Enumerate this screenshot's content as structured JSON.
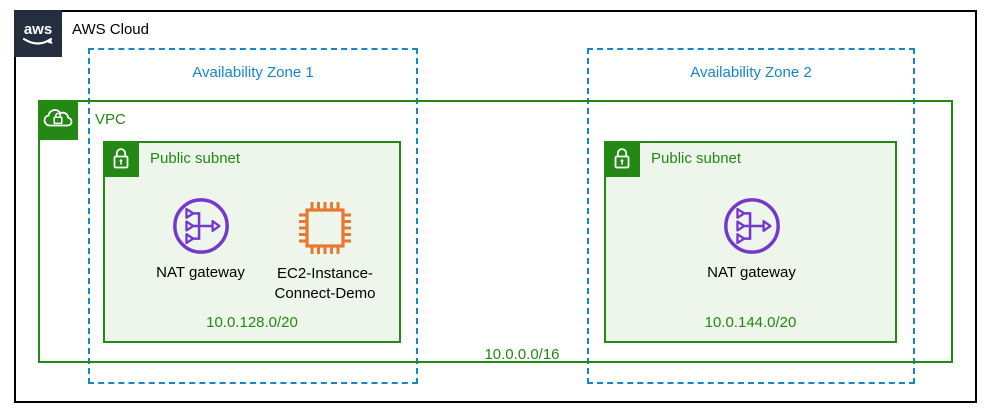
{
  "aws_cloud": {
    "label": "AWS Cloud",
    "logo_text": "aws"
  },
  "az1": {
    "label": "Availability Zone 1"
  },
  "az2": {
    "label": "Availability Zone 2"
  },
  "vpc": {
    "label": "VPC",
    "cidr": "10.0.0.0/16"
  },
  "subnet1": {
    "label": "Public subnet",
    "cidr": "10.0.128.0/20",
    "nat_label": "NAT gateway",
    "ec2_label_line1": "EC2-Instance-",
    "ec2_label_line2": "Connect-Demo"
  },
  "subnet2": {
    "label": "Public subnet",
    "cidr": "10.0.144.0/20",
    "nat_label": "NAT gateway"
  },
  "colors": {
    "green": "#248814",
    "subnet_fill": "#EEF5EA",
    "az_blue": "#1786C9",
    "nat_purple": "#7438CE",
    "ec2_orange": "#E6792F",
    "logo_navy": "#232F3E",
    "frame_black": "#000000"
  }
}
